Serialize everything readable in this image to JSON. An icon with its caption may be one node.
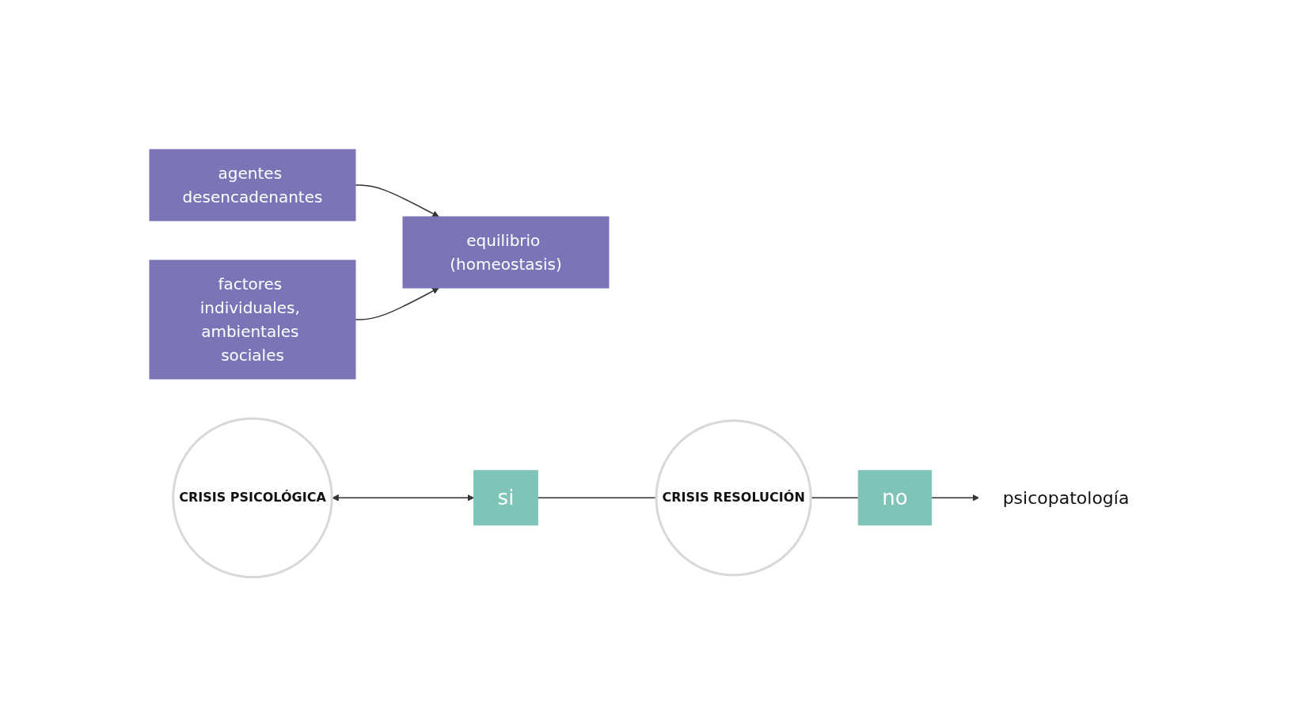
{
  "diagram": {
    "nodes": [
      {
        "text": [
          "CRISIS PSICOLÓGICA"
        ]
      },
      {
        "text": [
          "agentes desencadenantes"
        ]
      },
      {
        "text": [
          "equilibrio (homeostasis)"
        ]
      },
      {
        "text": [
          "factores individuales, ambientales sociales"
        ]
      },
      {
        "text": [
          "si"
        ]
      },
      {
        "text": [
          "CRISIS RESOLUCIÓN"
        ]
      },
      {
        "text": [
          "no"
        ]
      },
      {
        "text": [
          "psicopatología"
        ]
      }
    ],
    "edges": [
      {
        "from": 0,
        "to": 4,
        "arrow": "both"
      },
      {
        "from": 1,
        "to": 2,
        "arrow": "to"
      },
      {
        "from": 3,
        "to": 2,
        "arrow": "to"
      },
      {
        "from": 4,
        "to": 5,
        "arrow": "none"
      },
      {
        "from": 5,
        "to": 6,
        "arrow": "none"
      },
      {
        "from": 6,
        "to": 7,
        "arrow": "to"
      }
    ]
  }
}
